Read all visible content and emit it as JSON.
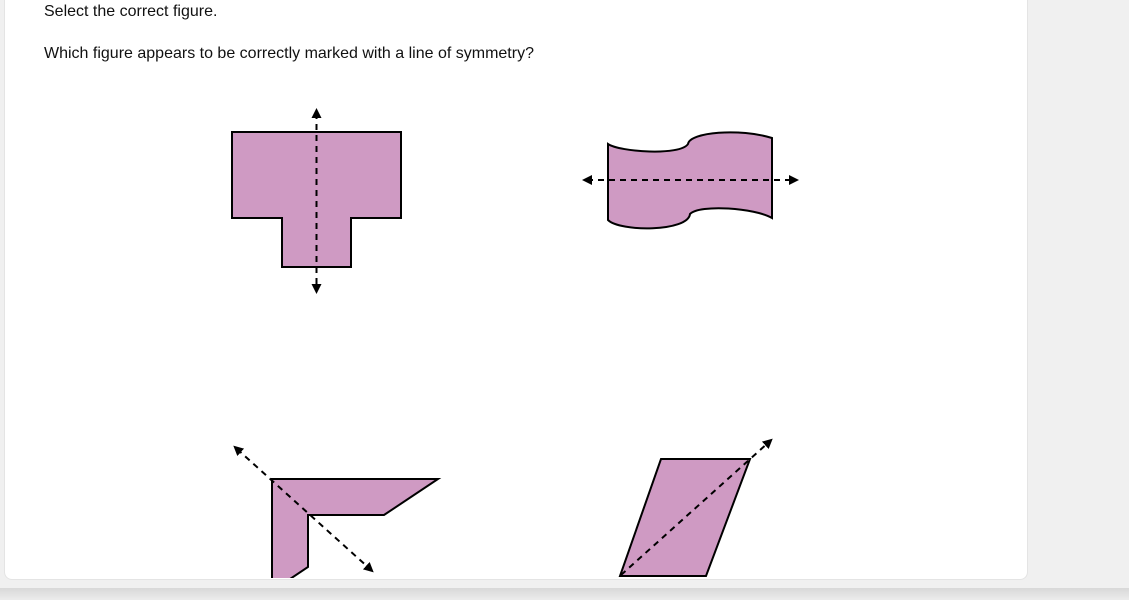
{
  "question": {
    "instruction": "Select the correct figure.",
    "prompt": "Which figure appears to be correctly marked with a line of symmetry?"
  },
  "choices": [
    {
      "id": "t-shape",
      "axis": "vertical"
    },
    {
      "id": "wave-shape",
      "axis": "horizontal"
    },
    {
      "id": "l-shape",
      "axis": "diagonal"
    },
    {
      "id": "parallelogram",
      "axis": "diagonal"
    }
  ],
  "colors": {
    "shape_fill": "#cf9ac3",
    "stroke": "#000000",
    "background": "#f0f0f0"
  }
}
